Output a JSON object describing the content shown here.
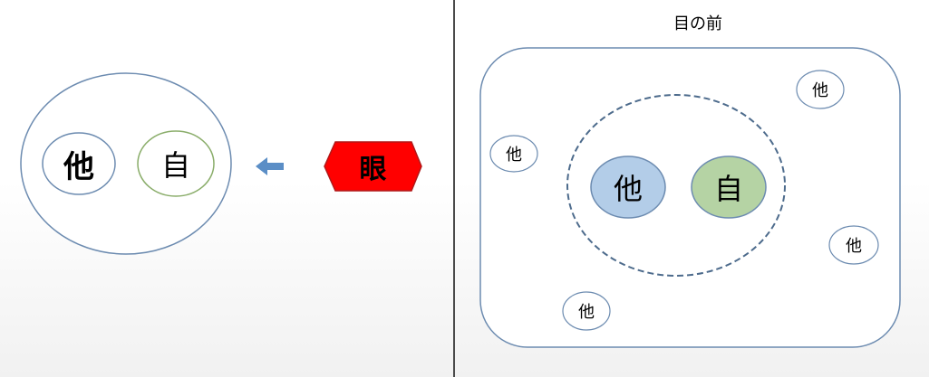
{
  "left_panel": {
    "other_label": "他",
    "self_label": "自",
    "eye_label": "眼"
  },
  "right_panel": {
    "title": "目の前",
    "inner_other_label": "他",
    "inner_self_label": "自",
    "outer_others": [
      {
        "label": "他"
      },
      {
        "label": "他"
      },
      {
        "label": "他"
      },
      {
        "label": "他"
      }
    ]
  },
  "colors": {
    "outline_blue": "#6c8bb0",
    "self_outline_green": "#8aad6a",
    "arrow_blue": "#5b8ec6",
    "eye_fill": "#ff0000",
    "eye_stroke": "#b01818",
    "inner_other_fill": "#b3cde8",
    "inner_self_fill": "#b5d3a4",
    "dashed_ring": "#4d6b8c"
  }
}
